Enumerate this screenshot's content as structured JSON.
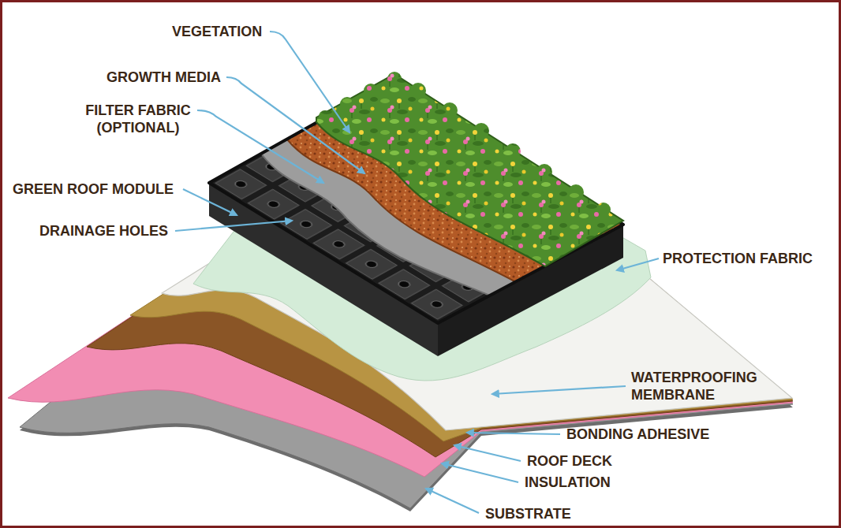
{
  "diagram": {
    "labels": [
      "VEGETATION",
      "GROWTH MEDIA",
      "FILTER FABRIC (OPTIONAL)",
      "GREEN ROOF MODULE",
      "DRAINAGE HOLES",
      "PROTECTION FABRIC",
      "WATERPROOFING MEMBRANE",
      "BONDING ADHESIVE",
      "ROOF DECK",
      "INSULATION",
      "SUBSTRATE"
    ]
  }
}
